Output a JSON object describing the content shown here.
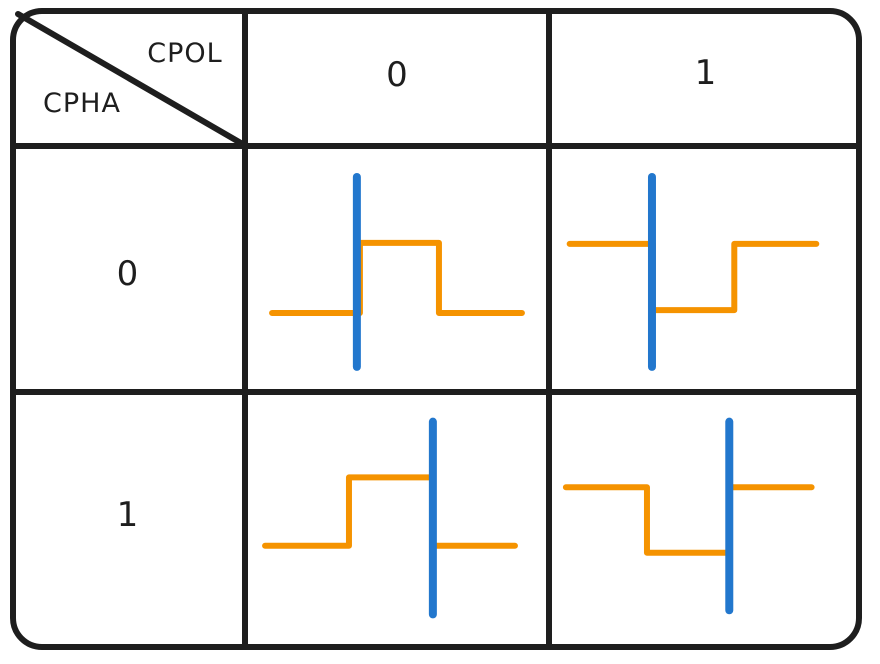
{
  "colors": {
    "line": "#1e1e1e",
    "clock_wave": "#f59300",
    "sample_line": "#2277cd",
    "background": "#ffffff"
  },
  "corner_cell": {
    "top_right_label": "CPOL",
    "bottom_left_label": "CPHA"
  },
  "column_headers": [
    "0",
    "1"
  ],
  "row_headers": [
    "0",
    "1"
  ],
  "cells": [
    {
      "cpol": "0",
      "cpha": "0",
      "clock_points": [
        [
          0.089,
          0.679
        ],
        [
          0.378,
          0.679
        ],
        [
          0.378,
          0.394
        ],
        [
          0.638,
          0.394
        ],
        [
          0.638,
          0.679
        ],
        [
          0.911,
          0.679
        ]
      ],
      "sample_line": {
        "x": 0.368,
        "y1": 0.126,
        "y2": 0.898
      }
    },
    {
      "cpol": "1",
      "cpha": "0",
      "clock_points": [
        [
          0.066,
          0.398
        ],
        [
          0.332,
          0.398
        ],
        [
          0.332,
          0.667
        ],
        [
          0.592,
          0.667
        ],
        [
          0.592,
          0.398
        ],
        [
          0.854,
          0.398
        ]
      ],
      "sample_line": {
        "x": 0.329,
        "y1": 0.126,
        "y2": 0.898
      }
    },
    {
      "cpol": "0",
      "cpha": "1",
      "clock_points": [
        [
          0.066,
          0.596
        ],
        [
          0.342,
          0.596
        ],
        [
          0.342,
          0.331
        ],
        [
          0.618,
          0.331
        ],
        [
          0.618,
          0.596
        ],
        [
          0.888,
          0.596
        ]
      ],
      "sample_line": {
        "x": 0.618,
        "y1": 0.115,
        "y2": 0.862
      }
    },
    {
      "cpol": "1",
      "cpha": "1",
      "clock_points": [
        [
          0.054,
          0.369
        ],
        [
          0.313,
          0.369
        ],
        [
          0.313,
          0.623
        ],
        [
          0.576,
          0.623
        ],
        [
          0.576,
          0.369
        ],
        [
          0.839,
          0.369
        ]
      ],
      "sample_line": {
        "x": 0.576,
        "y1": 0.115,
        "y2": 0.846
      }
    }
  ]
}
